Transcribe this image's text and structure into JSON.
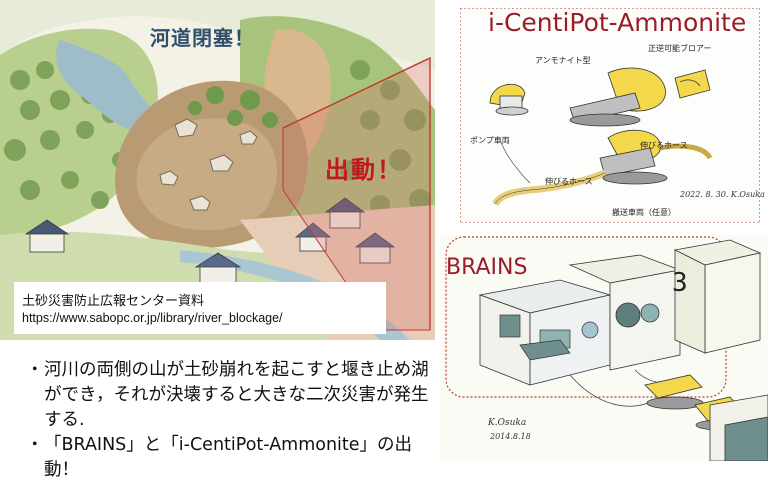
{
  "illustration": {
    "river_label": "河道閉塞！",
    "dispatch_label": "出動！"
  },
  "credit": {
    "title": "土砂災害防止広報センター資料",
    "url": "https://www.sabopc.or.jp/library/river_blockage/"
  },
  "bullets": [
    {
      "marker": "・",
      "text": "河川の両側の山が土砂崩れを起こすと堰き止め湖"
    },
    {
      "marker": "",
      "text": "ができ，それが決壊すると大きな二次災害が発生"
    },
    {
      "marker": "",
      "text": "する."
    },
    {
      "marker": "・",
      "text": "「BRAINS」と「i-CentiPot-Ammonite」の出動！"
    }
  ],
  "centipot": {
    "title": "i-CentiPot-Ammonite",
    "labels": {
      "ammonite_type": "アンモナイト型",
      "blower": "正逆可能ブロアー",
      "pump_vehicle": "ポンプ車両",
      "extend_hose_1": "伸びるホース",
      "extend_hose_2": "伸びるホース",
      "transport_vehicle": "搬送車両（任意）",
      "signature": "2022. 8. 30. K.Osuka"
    }
  },
  "brains": {
    "title": "BRAINS",
    "module_number": "3",
    "signature": "K.Osuka",
    "signature_date": "2014.8.18"
  },
  "colors": {
    "accent_red": "#9a1c26",
    "dispatch_red": "#c0181c",
    "dotted_red": "#c0392b"
  }
}
